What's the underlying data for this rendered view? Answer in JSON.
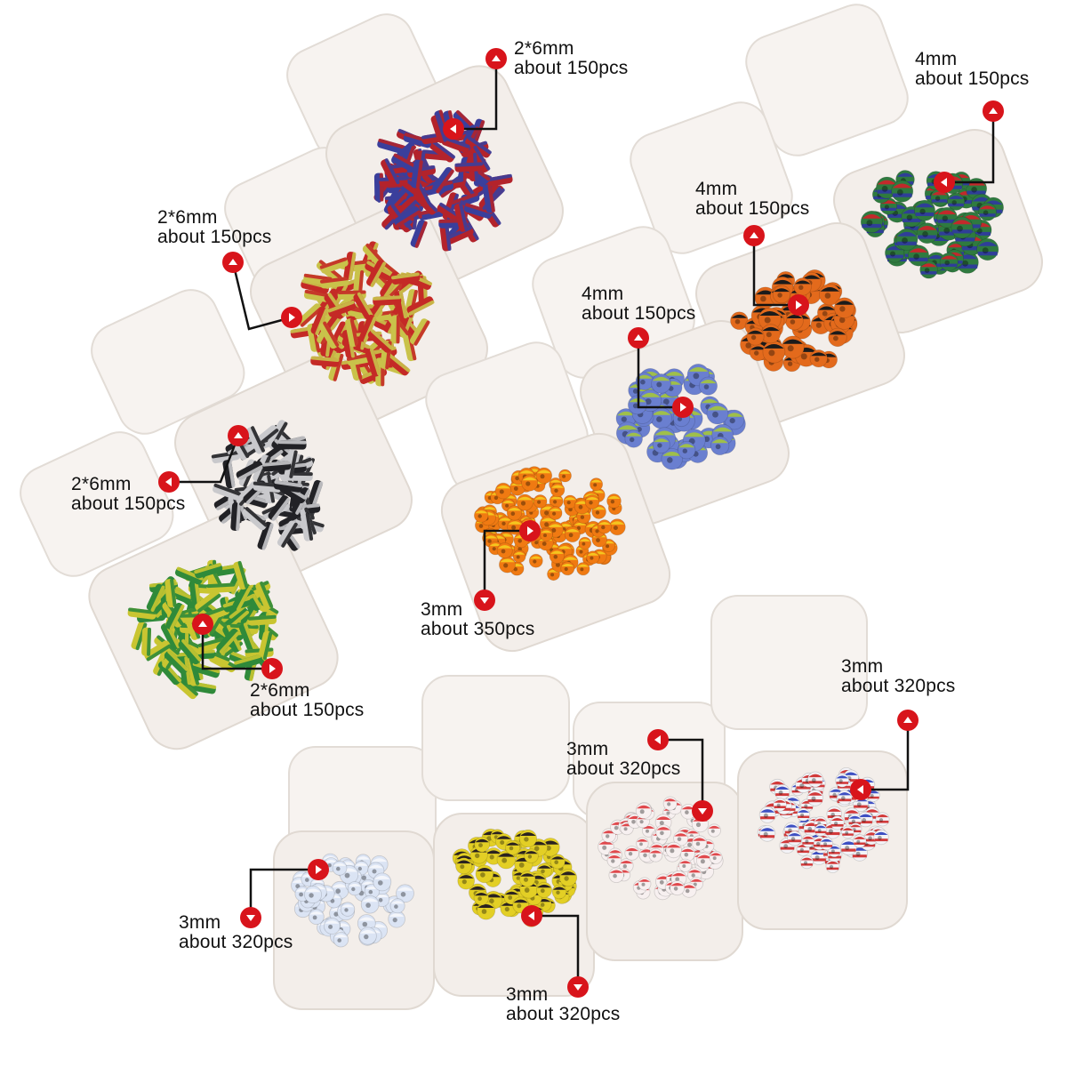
{
  "product": {
    "background": "#ffffff",
    "marker_color": "#d8141b",
    "leader_color": "#111111",
    "box_color": "#f3eeea",
    "lid_color": "#f7f3f0"
  },
  "callouts": [
    {
      "id": "red-blue-tube",
      "size": "2*6mm",
      "qty": "about 150pcs"
    },
    {
      "id": "red-yellow-tube",
      "size": "2*6mm",
      "qty": "about 150pcs"
    },
    {
      "id": "black-white-tube",
      "size": "2*6mm",
      "qty": "about 150pcs"
    },
    {
      "id": "green-yellow-tube",
      "size": "2*6mm",
      "qty": "about 150pcs"
    },
    {
      "id": "multicolor-round",
      "size": "4mm",
      "qty": "about 150pcs"
    },
    {
      "id": "orange-black-round",
      "size": "4mm",
      "qty": "about 150pcs"
    },
    {
      "id": "blue-green-round",
      "size": "4mm",
      "qty": "about 150pcs"
    },
    {
      "id": "orange-yellow-round",
      "size": "3mm",
      "qty": "about 350pcs"
    },
    {
      "id": "blue-red-white",
      "size": "3mm",
      "qty": "about 320pcs"
    },
    {
      "id": "red-white-striped",
      "size": "3mm",
      "qty": "about 320pcs"
    },
    {
      "id": "light-blue-white",
      "size": "3mm",
      "qty": "about 320pcs"
    },
    {
      "id": "yellow-black",
      "size": "3mm",
      "qty": "about 320pcs"
    }
  ],
  "bead_colors": {
    "red-blue-tube": [
      "#b3232b",
      "#3a3f9c"
    ],
    "red-yellow-tube": [
      "#c42a26",
      "#c9c24a"
    ],
    "black-white-tube": [
      "#222226",
      "#c9c9cc"
    ],
    "green-yellow-tube": [
      "#2f8a3a",
      "#c9c531"
    ],
    "multicolor-round": [
      "#2f7a3f",
      "#c2292b",
      "#2f3e98"
    ],
    "orange-black-round": [
      "#e36a1c",
      "#1b1b1b"
    ],
    "blue-green-round": [
      "#6a7fd0",
      "#9fbf4a"
    ],
    "orange-yellow-round": [
      "#f07a12",
      "#f5c51e"
    ],
    "blue-red-white": [
      "#f3f3f7",
      "#3d4fc2",
      "#d23a3a"
    ],
    "red-white-striped": [
      "#f7f0f0",
      "#e0484c"
    ],
    "light-blue-white": [
      "#dbe4f4",
      "#f4f6fb"
    ],
    "yellow-black": [
      "#e3cf25",
      "#2a2220"
    ]
  }
}
